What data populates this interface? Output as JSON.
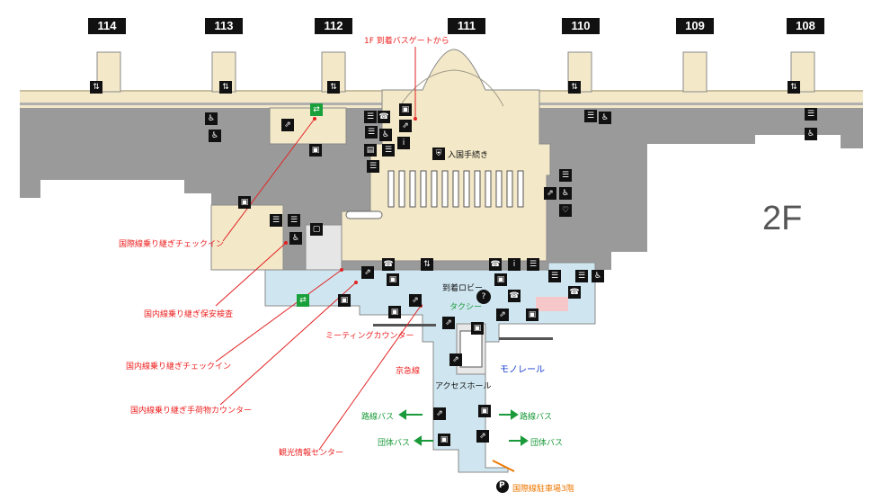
{
  "floor": "2F",
  "gates": [
    "114",
    "113",
    "112",
    "111",
    "110",
    "109",
    "108"
  ],
  "labels": {
    "arrival_bus_gate": "1F 到着バスゲートから",
    "immigration": "入国手続き",
    "intl_transfer_checkin": "国際線乗り継ぎチェックイン",
    "dom_transfer_security": "国内線乗り継ぎ保安検査",
    "dom_transfer_checkin": "国内線乗り継ぎチェックイン",
    "dom_transfer_baggage": "国内線乗り継ぎ手荷物カウンター",
    "tourist_info": "観光情報センター",
    "meeting_counter": "ミーティングカウンター",
    "arrival_lobby": "到着ロビー",
    "taxi": "タクシー",
    "keikyu": "京急線",
    "monorail": "モノレール",
    "access_hall": "アクセスホール",
    "route_bus_left": "路線バス",
    "route_bus_right": "路線バス",
    "group_bus_left": "団体バス",
    "group_bus_right": "団体バス",
    "parking": "国際線駐車場3階",
    "parking_symbol": "P"
  },
  "colors": {
    "apron_gray": "#9a9a9a",
    "terminal_tan": "#f3e8c8",
    "transfer_blue": "#cfe6f0",
    "leader_red": "#e22222",
    "access_green": "#1a9a3a",
    "monorail_blue": "#1a3fd0",
    "parking_orange": "#ee7700"
  },
  "icons": [
    "toilet-icon",
    "wheelchair-icon",
    "escalator-icon",
    "elevator-icon",
    "info-icon",
    "phone-icon",
    "exit-icon",
    "baggage-icon",
    "nursing-icon",
    "stairs-icon"
  ]
}
